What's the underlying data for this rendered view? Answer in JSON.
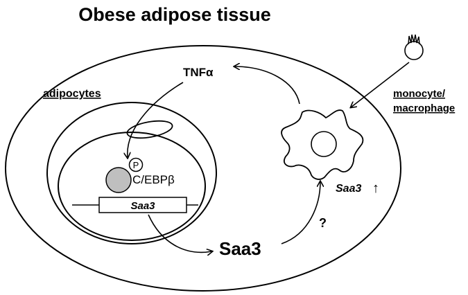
{
  "title": "Obese adipose tissue",
  "labels": {
    "adipocytes": "adipocytes",
    "tnf": "TNFα",
    "monocyte_line1": "monocyte/",
    "monocyte_line2": "macrophage",
    "phospho": "P",
    "cebp": "C/EBPβ",
    "gene": "Saa3",
    "secreted": "Saa3",
    "macrophage_gene": "Saa3",
    "up_arrow": "↑",
    "question": "?"
  }
}
